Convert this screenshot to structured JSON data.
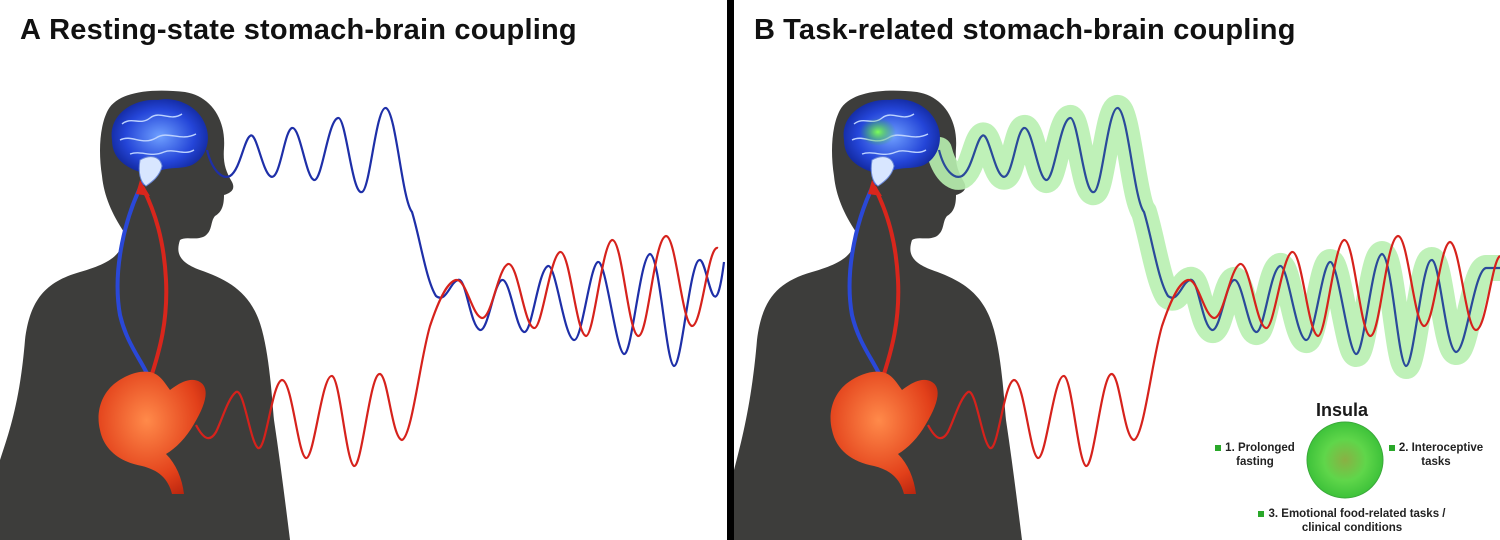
{
  "panel_a": {
    "letter": "A",
    "title": "Resting-state stomach-brain coupling"
  },
  "panel_b": {
    "letter": "B",
    "title": "Task-related stomach-brain coupling",
    "insula": {
      "title": "Insula",
      "items": [
        {
          "label_line1": "1. Prolonged",
          "label_line2": "fasting"
        },
        {
          "label_line1": "2. Interoceptive",
          "label_line2": "tasks"
        },
        {
          "label_line1": "3. Emotional food-related tasks /",
          "label_line2": "clinical conditions"
        }
      ]
    }
  },
  "colors": {
    "silhouette": "#3d3d3b",
    "brain_signal": "#1e2fa8",
    "stomach_signal": "#d6221c",
    "stomach": "#e24a1c",
    "highlight": "#b8f0b0",
    "insula_bullet": "#2aa82a"
  }
}
